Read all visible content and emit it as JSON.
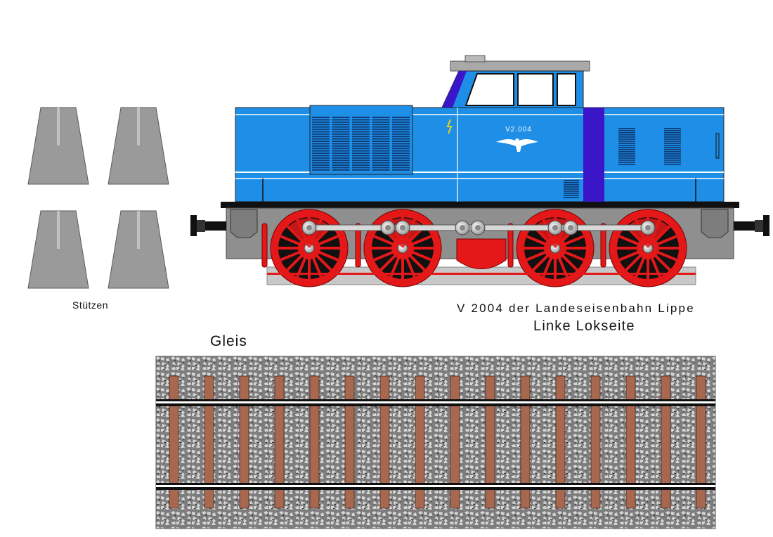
{
  "supports": {
    "label": "Stützen"
  },
  "locomotive": {
    "number": "V2.004",
    "caption_line1": "V 2004 der Landeseisenbahn Lippe",
    "caption_line2": "Linke Lokseite",
    "body_color": "#1e8ee6",
    "accent_color": "#3a16c8",
    "wheel_color": "#e41818"
  },
  "track": {
    "label": "Gleis",
    "sleeper_color": "#a8674f",
    "ballast_color": "#8c8c8c"
  }
}
